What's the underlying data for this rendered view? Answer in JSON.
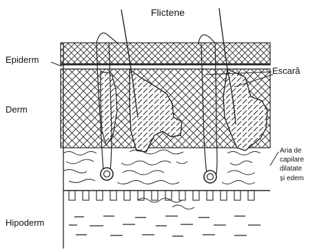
{
  "labels": {
    "title": "Flictene",
    "epiderm": "Epiderm",
    "derm": "Derm",
    "escara": "Escară",
    "hipoderm": "Hipoderm",
    "aria_lines": [
      "Aria de",
      "capilare",
      "dilatate",
      "și edem"
    ]
  }
}
